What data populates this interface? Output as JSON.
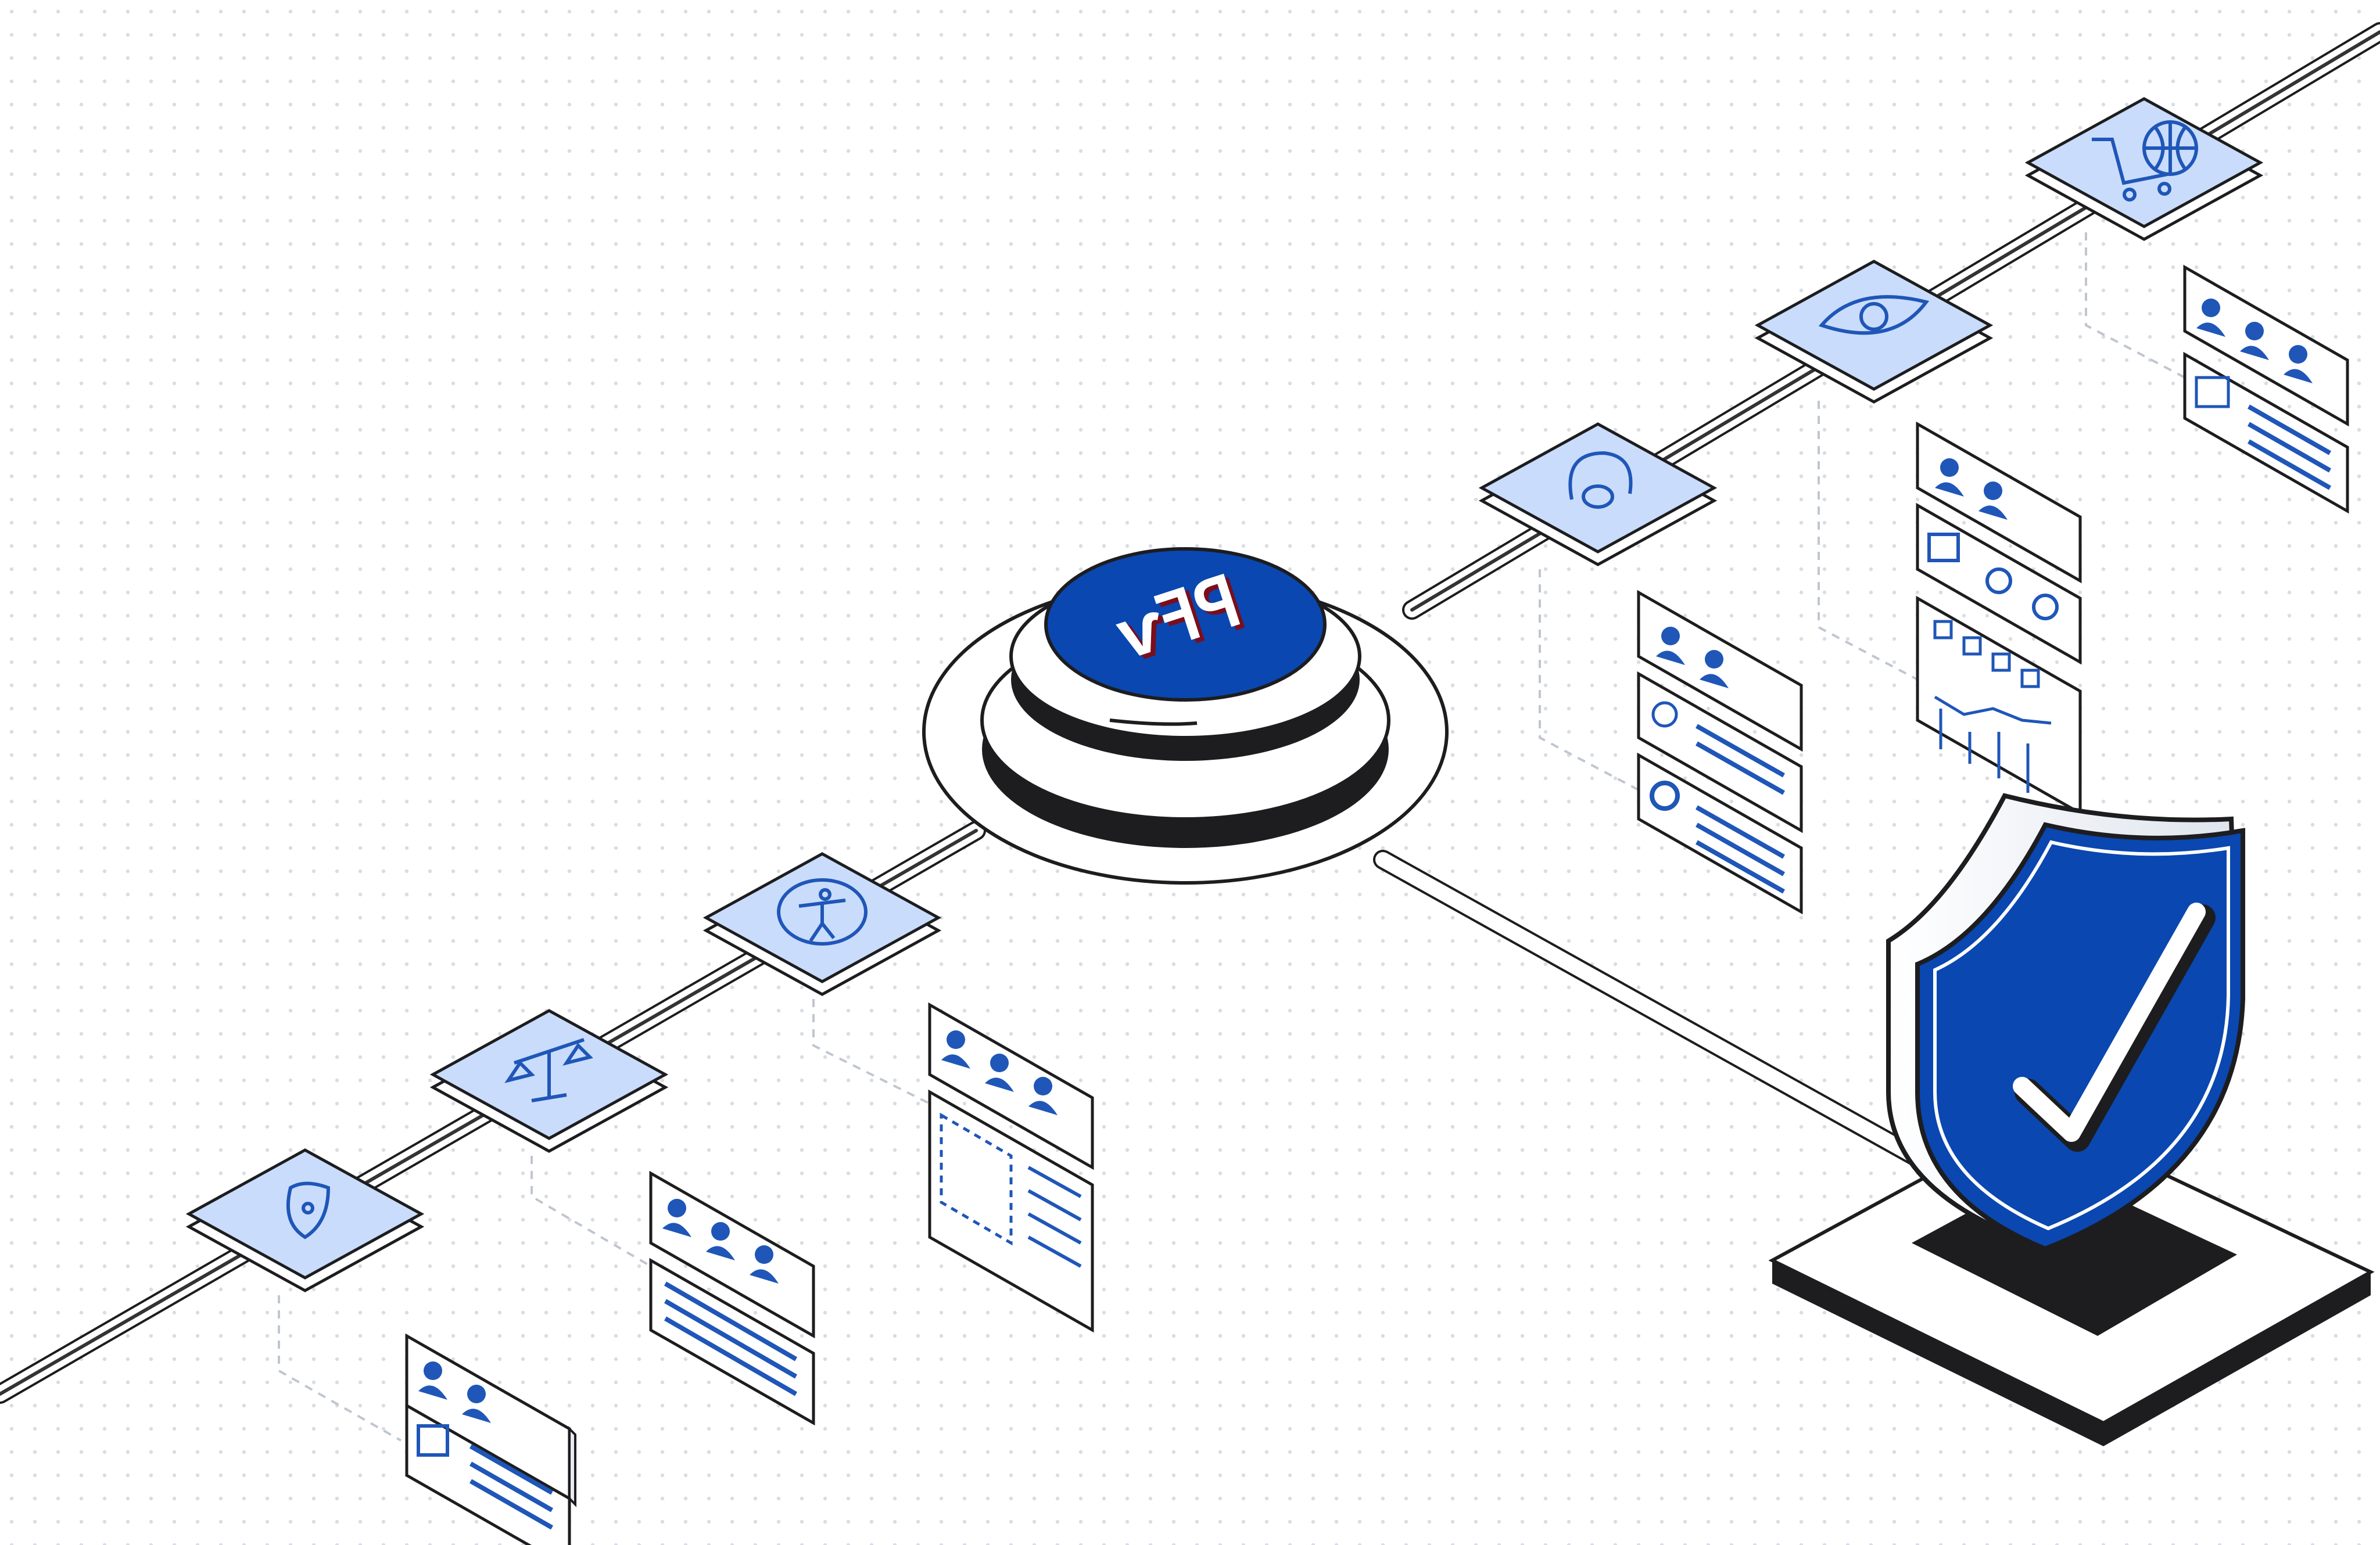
{
  "colors": {
    "background": "#ffffff",
    "dot": "#d9dde3",
    "ink": "#1d1d1f",
    "line": "#333333",
    "tile_face": "#c9dcfb",
    "tile_side": "#ffffff",
    "accent": "#0a47b0",
    "accent_icon": "#1f56b8",
    "card_face": "#ffffff",
    "card_side": "#e9edf3",
    "logo_shadow": "#7a0e1c"
  },
  "hub": {
    "logo_glyph": "ⱱꟻꟼ"
  },
  "nodes": [
    {
      "id": "lock",
      "icon": "shield-lock-icon"
    },
    {
      "id": "legal",
      "icon": "scales-icon"
    },
    {
      "id": "accessibility",
      "icon": "accessibility-icon"
    },
    {
      "id": "support",
      "icon": "headset-icon"
    },
    {
      "id": "privacy",
      "icon": "eye-icon"
    },
    {
      "id": "commerce",
      "icon": "shopping-cart-globe-icon"
    }
  ],
  "verification": {
    "icon": "checkmark-shield-icon"
  }
}
